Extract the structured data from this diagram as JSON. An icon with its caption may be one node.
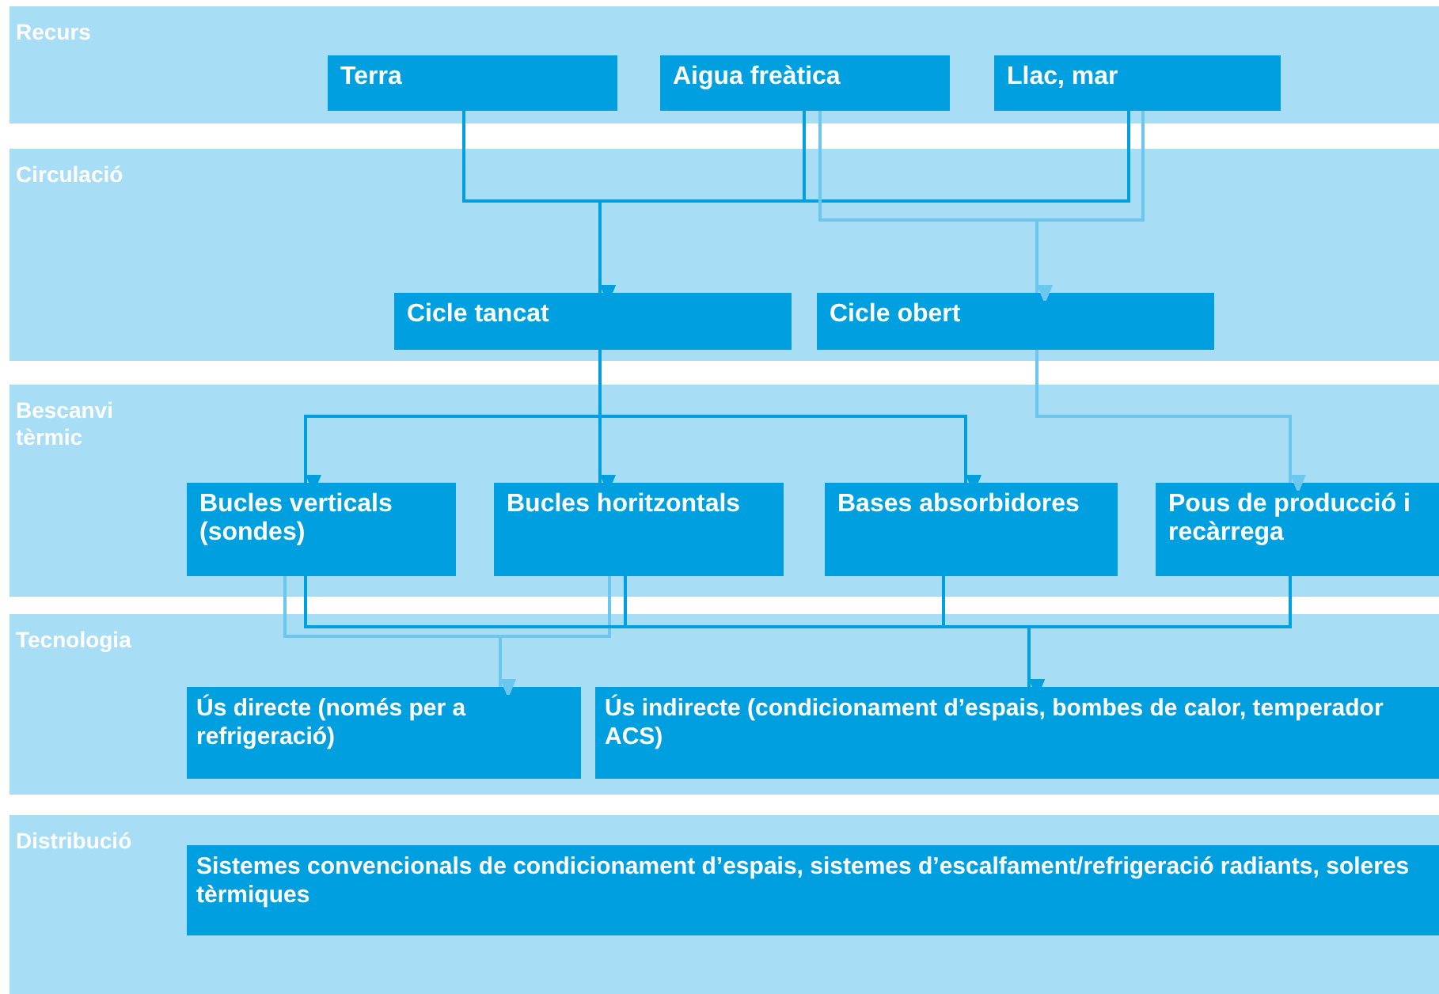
{
  "diagram": {
    "nodes": [
      {
        "text": [
          "Recurs"
        ]
      },
      {
        "text": [
          "Terra"
        ],
        "in": 0
      },
      {
        "text": [
          "Aigua freàtica"
        ],
        "in": 0
      },
      {
        "text": [
          "Llac, mar"
        ],
        "in": 0
      },
      {
        "text": [
          "Circulació"
        ]
      },
      {
        "text": [
          "Cicle tancat"
        ],
        "in": 4
      },
      {
        "text": [
          "Cicle obert"
        ],
        "in": 4
      },
      {
        "text": [
          "Bescanvi tèrmic"
        ]
      },
      {
        "text": [
          "Bucles verticals (sondes)"
        ],
        "in": 7
      },
      {
        "text": [
          "Bucles horitzontals"
        ],
        "in": 7
      },
      {
        "text": [
          "Bases absorbidores"
        ],
        "in": 7
      },
      {
        "text": [
          "Pous de producció i recàrrega"
        ],
        "in": 7
      },
      {
        "text": [
          "Tecnologia"
        ]
      },
      {
        "text": [
          "Ús directe (només per a refrigeració)"
        ],
        "in": 12
      },
      {
        "text": [
          "Ús indirecte (condicionament d’espais, bombes de calor, temperador ACS)"
        ],
        "in": 12
      },
      {
        "text": [
          "Distribució"
        ]
      },
      {
        "text": [
          "Sistemes convencionals de condicionament d’espais, sistemes d’escalfament/refrigeració radiants, soleres tèrmiques"
        ],
        "in": 15
      }
    ],
    "edges": [
      {
        "from": 1,
        "to": 5,
        "arrow": "to"
      },
      {
        "from": 2,
        "to": 5,
        "arrow": "to"
      },
      {
        "from": 3,
        "to": 5,
        "arrow": "to"
      },
      {
        "from": 2,
        "to": 6,
        "arrow": "to",
        "color": "#6cc7ee"
      },
      {
        "from": 3,
        "to": 6,
        "arrow": "to",
        "color": "#6cc7ee"
      },
      {
        "from": 5,
        "to": 8,
        "arrow": "to"
      },
      {
        "from": 5,
        "to": 9,
        "arrow": "to"
      },
      {
        "from": 5,
        "to": 10,
        "arrow": "to"
      },
      {
        "from": 6,
        "to": 11,
        "arrow": "to",
        "color": "#6cc7ee"
      },
      {
        "from": 8,
        "to": 13,
        "arrow": "to",
        "color": "#6cc7ee"
      },
      {
        "from": 9,
        "to": 13,
        "arrow": "to",
        "color": "#6cc7ee"
      },
      {
        "from": 8,
        "to": 14,
        "arrow": "to"
      },
      {
        "from": 9,
        "to": 14,
        "arrow": "to"
      },
      {
        "from": 10,
        "to": 14,
        "arrow": "to"
      },
      {
        "from": 11,
        "to": 14,
        "arrow": "to"
      }
    ]
  }
}
